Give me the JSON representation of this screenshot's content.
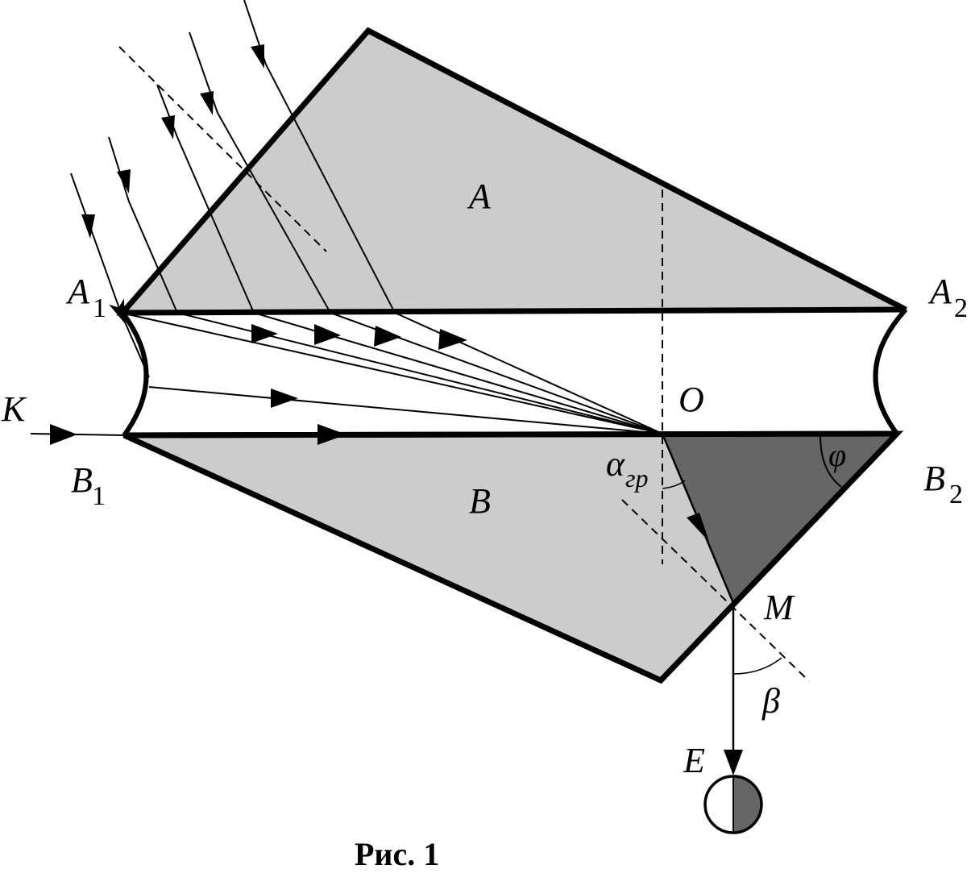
{
  "figure": {
    "caption": "Рис. 1",
    "labels": {
      "A": "A",
      "A1_main": "A",
      "A1_sub": "1",
      "A2_main": "A",
      "A2_sub": "2",
      "B": "B",
      "B1_main": "B",
      "B1_sub": "1",
      "B2_main": "B",
      "B2_sub": "2",
      "K": "K",
      "O": "O",
      "M": "M",
      "E": "E",
      "alpha_main": "α",
      "alpha_sub": "гр",
      "phi": "φ",
      "beta": "β"
    },
    "colors": {
      "prism_fill": "#cccccc",
      "dark_region": "#666666",
      "line": "#000000",
      "background": "#ffffff"
    }
  }
}
